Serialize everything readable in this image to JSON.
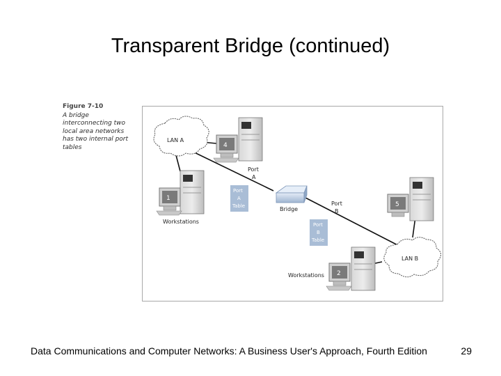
{
  "slide": {
    "title": "Transparent Bridge (continued)",
    "footer": "Data Communications and Computer Networks: A Business User's Approach, Fourth Edition",
    "page_number": "29"
  },
  "figure": {
    "number": "Figure 7-10",
    "caption": "A bridge interconnecting two local area networks has two internal port tables"
  },
  "diagram": {
    "lan_a": "LAN A",
    "lan_b": "LAN B",
    "workstation_4": "4",
    "workstation_1": "1",
    "workstation_5": "5",
    "workstation_2": "2",
    "port_a_label": [
      "Port",
      "A"
    ],
    "port_b_label": [
      "Port",
      "B"
    ],
    "bridge_label": "Bridge",
    "port_a_table": [
      "Port",
      "A",
      "Table"
    ],
    "port_b_table": [
      "Port",
      "B",
      "Table"
    ],
    "workstations_label_left": "Workstations",
    "workstations_label_bottom": "Workstations"
  },
  "colors": {
    "table_fill": "#a9bdd6",
    "table_text": "#ffffff",
    "cable": "#111111",
    "cloud_stroke": "#444444"
  }
}
